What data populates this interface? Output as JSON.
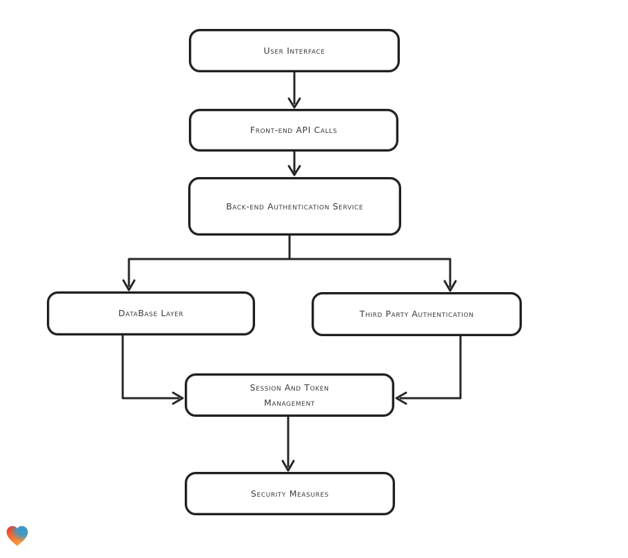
{
  "diagram": {
    "type": "flowchart",
    "background": "#ffffff",
    "stroke_color": "#262626",
    "text_color": "#3a3a3a",
    "node_fill": "#ffffff",
    "nodes": [
      {
        "id": "user-interface",
        "label": "User Interface"
      },
      {
        "id": "front-end-api-calls",
        "label": "Front-end API Calls"
      },
      {
        "id": "back-end-authentication-service",
        "label": "Back-end Authentication Service"
      },
      {
        "id": "database-layer",
        "label": "DataBase Layer"
      },
      {
        "id": "third-party-authentication",
        "label": "Third Party Authentication"
      },
      {
        "id": "session-and-token-management",
        "label": "Session And Token Management"
      },
      {
        "id": "security-measures",
        "label": "Security Measures"
      }
    ],
    "edges": [
      {
        "from": "user-interface",
        "to": "front-end-api-calls"
      },
      {
        "from": "front-end-api-calls",
        "to": "back-end-authentication-service"
      },
      {
        "from": "back-end-authentication-service",
        "to": "database-layer"
      },
      {
        "from": "back-end-authentication-service",
        "to": "third-party-authentication"
      },
      {
        "from": "database-layer",
        "to": "session-and-token-management"
      },
      {
        "from": "third-party-authentication",
        "to": "session-and-token-management"
      },
      {
        "from": "session-and-token-management",
        "to": "security-measures"
      }
    ],
    "logo": {
      "name": "heart-logo",
      "colors": {
        "red": "#e8312a",
        "orange": "#f8a33d",
        "blue": "#2d9bd4"
      }
    }
  }
}
